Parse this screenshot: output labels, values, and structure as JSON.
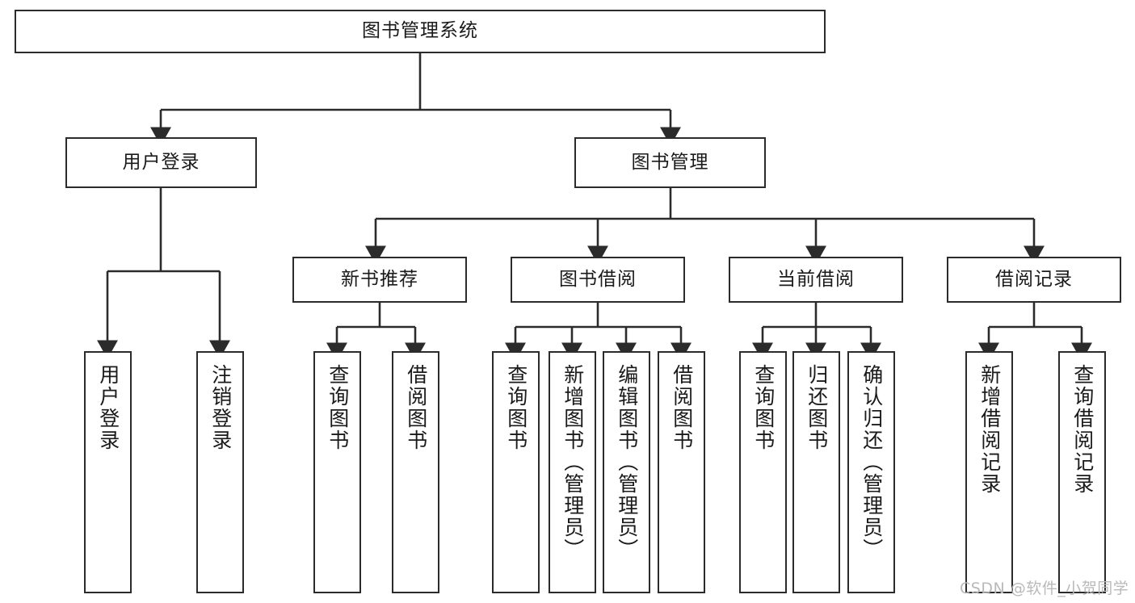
{
  "diagram": {
    "type": "tree-hierarchy",
    "title": "图书管理系统",
    "watermark": "CSDN @软件_小贺同学",
    "colors": {
      "border": "#2b2b2b",
      "fill": "#ffffff",
      "text": "#1a1a1a",
      "watermark": "#b9b9b9"
    },
    "root": {
      "label": "图书管理系统"
    },
    "level2": [
      {
        "label": "用户登录"
      },
      {
        "label": "图书管理"
      }
    ],
    "level3": [
      {
        "label": "新书推荐"
      },
      {
        "label": "图书借阅"
      },
      {
        "label": "当前借阅"
      },
      {
        "label": "借阅记录"
      }
    ],
    "leaves": {
      "user_login": [
        {
          "label": "用户登录"
        },
        {
          "label": "注销登录"
        }
      ],
      "new_book_recommend": [
        {
          "label": "查询图书"
        },
        {
          "label": "借阅图书"
        }
      ],
      "book_borrow": [
        {
          "label": "查询图书"
        },
        {
          "label": "新增图书（管理员）"
        },
        {
          "label": "编辑图书（管理员）"
        },
        {
          "label": "借阅图书"
        }
      ],
      "current_borrow": [
        {
          "label": "查询图书"
        },
        {
          "label": "归还图书"
        },
        {
          "label": "确认归还（管理员）"
        }
      ],
      "borrow_record": [
        {
          "label": "新增借阅记录"
        },
        {
          "label": "查询借阅记录"
        }
      ]
    }
  }
}
